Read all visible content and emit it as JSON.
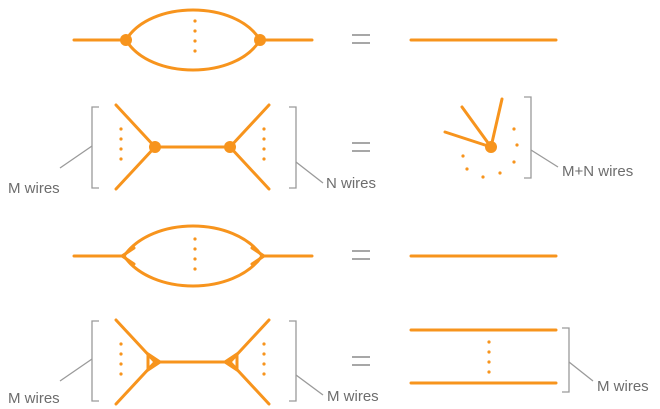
{
  "colors": {
    "wire": "#f7941d",
    "annotation": "#8a8a8a",
    "label": "#6d6d6d"
  },
  "rows": [
    {
      "name": "loop-with-spiders",
      "labels": {}
    },
    {
      "name": "spider-fusion",
      "labels": {
        "left": "M wires",
        "middle": "N wires",
        "right": "M+N wires"
      }
    },
    {
      "name": "loop-with-triangles",
      "labels": {}
    },
    {
      "name": "triangle-ladder",
      "labels": {
        "left": "M wires",
        "middle": "M wires",
        "right": "M wires"
      }
    }
  ]
}
